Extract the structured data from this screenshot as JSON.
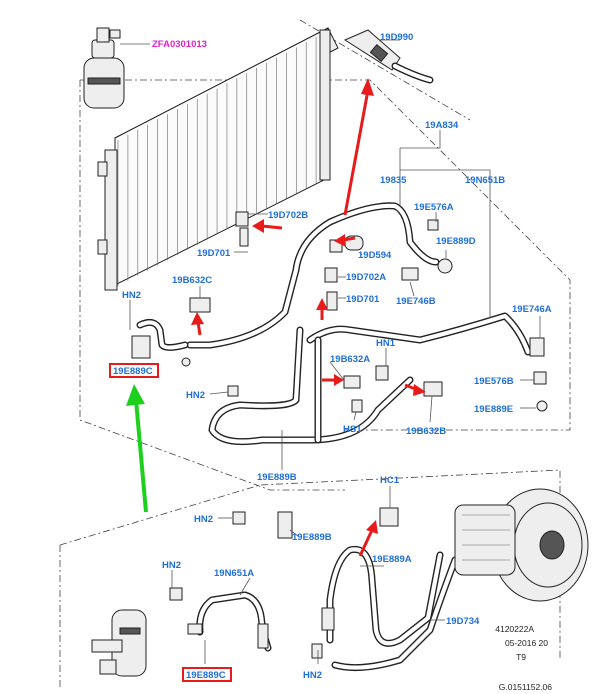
{
  "callouts": {
    "zfa0301013": "ZFA0301013",
    "c19d990": "19D990",
    "c19a834": "19A834",
    "c19835": "19835",
    "c19n651b": "19N651B",
    "c19d702b": "19D702B",
    "c19e576a": "19E576A",
    "c19d701_top": "19D701",
    "c19d594": "19D594",
    "c19e889d": "19E889D",
    "c19d702a": "19D702A",
    "c19b632c": "19B632C",
    "c19d701_mid": "19D701",
    "c19e746b": "19E746B",
    "hn2_left": "HN2",
    "c19e746a": "19E746A",
    "c19e889c_top": "19E889C",
    "hn1": "HN1",
    "c19b632a": "19B632A",
    "c19e576b": "19E576B",
    "hn2_mid": "HN2",
    "c19e889e": "19E889E",
    "hs1": "HS1",
    "c19b632b": "19B632B",
    "c19e889b_top": "19E889B",
    "hc1": "HC1",
    "hn2_lower": "HN2",
    "c19e889b_low": "19E889B",
    "c19e889a": "19E889A",
    "hn2_bottom_left": "HN2",
    "c19n651a": "19N651A",
    "c19d734": "19D734",
    "c19e889c_bottom": "19E889C",
    "hn2_bottom": "HN2"
  },
  "stamp": {
    "line1": "4120222A",
    "line2": "05-2016 20",
    "line3": "T9",
    "line4": "G.0151152.06"
  },
  "colors": {
    "callout": "#1f6fd6",
    "callout_highlight": "#e020d0",
    "arrow_red": "#e81b1b",
    "arrow_green": "#1ed01e"
  }
}
